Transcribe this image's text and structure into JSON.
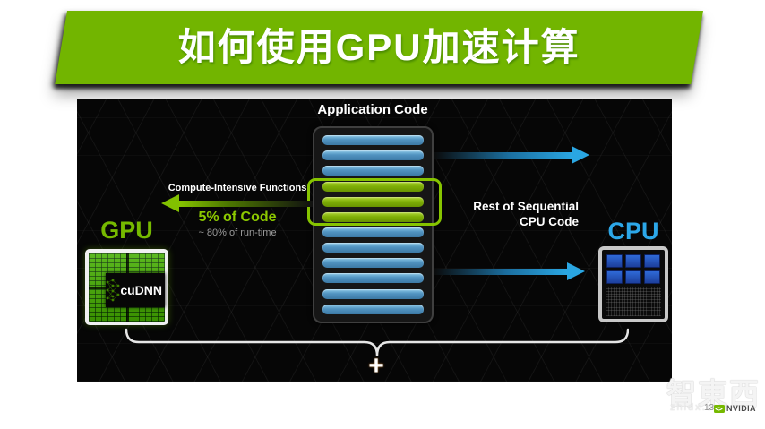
{
  "banner": {
    "title": "如何使用GPU加速计算",
    "color": "#72b500"
  },
  "diagram": {
    "app_code": {
      "label": "Application Code",
      "bars": [
        "blue",
        "blue",
        "blue",
        "green",
        "green",
        "green",
        "blue",
        "blue",
        "blue",
        "blue",
        "blue",
        "blue"
      ]
    },
    "left_arrow": {
      "title": "Compute-Intensive Functions",
      "line1": "5% of Code",
      "line2": "~ 80% of run-time",
      "color": "#86c400"
    },
    "right_arrow": {
      "line1": "Rest of Sequential",
      "line2": "CPU Code",
      "color": "#2aa6e2"
    },
    "gpu": {
      "label": "GPU",
      "chip_label": "cuDNN",
      "label_color": "#76b900"
    },
    "cpu": {
      "label": "CPU",
      "core_count": 6,
      "label_color": "#2ca7e8"
    },
    "plus": "+"
  },
  "watermark": {
    "logo_text": "智東西",
    "site": "zhidx.com",
    "page_number": "13.",
    "nvidia": "NVIDIA"
  }
}
